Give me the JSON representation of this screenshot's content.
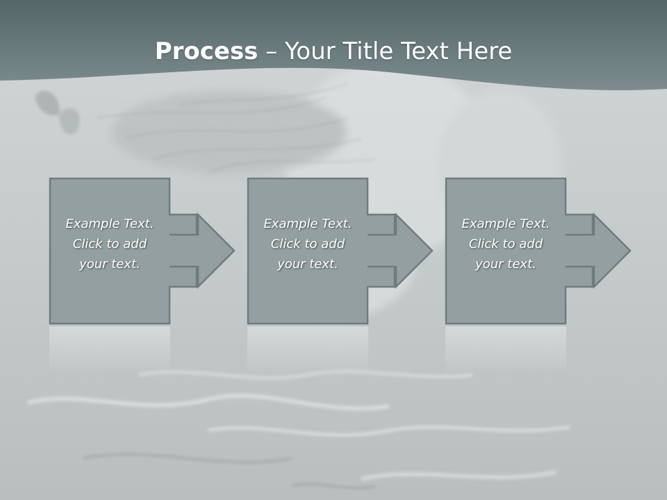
{
  "slide": {
    "title_bold": "Process",
    "title_rest": " – Your Title Text Here",
    "background": "grayscale photo of woman with butterfly, water reflection",
    "colors": {
      "header": "#5f7275",
      "box_fill": "#939fa0",
      "box_border": "#6f7c7d",
      "text": "#ffffff"
    }
  },
  "steps": [
    {
      "line1": "Example Text.",
      "line2": "Click  to add",
      "line3": "your text."
    },
    {
      "line1": "Example Text.",
      "line2": "Click  to add",
      "line3": "your text."
    },
    {
      "line1": "Example Text.",
      "line2": "Click  to add",
      "line3": "your text."
    }
  ]
}
